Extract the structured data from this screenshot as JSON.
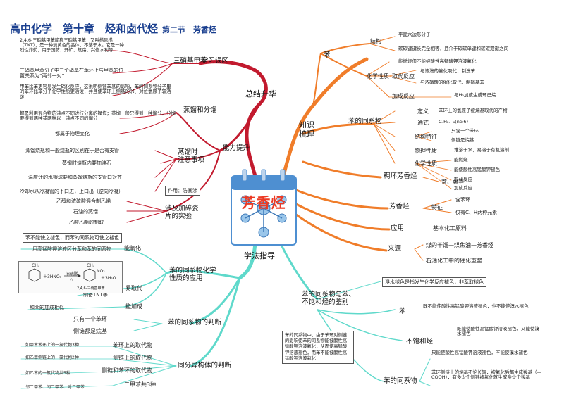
{
  "title": {
    "main": "高中化学　第十章　烃和卤代烃",
    "sub": "第二节　芳香烃"
  },
  "center": {
    "label": "芳香烃"
  },
  "colors": {
    "knowledge": "#f07d2a",
    "summary": "#c21a2e",
    "method": "#5fd9cb",
    "card_blue": "#4e8fd1",
    "label_red": "#ec3a24",
    "title_blue": "#1a3f8f"
  },
  "knowledge": {
    "branch": "知识\n梳理",
    "benzene": {
      "label": "苯",
      "structure": {
        "label": "结构",
        "items": [
          "平面六边形分子",
          "碳碳键键长完全相等，且介于碳碳单键和碳碳双键之间"
        ]
      },
      "chem": {
        "label": "化学性质",
        "oxidation": "能燃烧但不能被酸性高锰酸钾溶液氧化",
        "substitution": "取代反应",
        "sub_items": [
          "与液溴的催化取代，制溴苯",
          "与浓硝酸的催化取代，制硝基苯"
        ],
        "addition": "加成反应",
        "add_item": "与H₂加成生成环己烷"
      }
    },
    "homologues": {
      "label": "苯的同系物",
      "definition": {
        "label": "定义",
        "value": "苯环上的氢原子被烷基取代的产物"
      },
      "formula": {
        "label": "通式",
        "value": "CₙH₂ₙ₋₆(n≥6)"
      },
      "structure": {
        "label": "结构特征",
        "items": [
          "只含一个苯环",
          "侧链是烷基"
        ]
      },
      "physical": {
        "label": "物理性质",
        "value": "难溶于水，易溶于有机溶剂"
      },
      "chem": {
        "label": "化学性质",
        "items": [
          "能燃烧",
          "能使酸性高锰酸钾褪色",
          "取代反应",
          "加成反应"
        ]
      }
    },
    "fused": {
      "label": "稠环芳香烃",
      "value": "萘、蒽等"
    },
    "aromatic": {
      "label": "芳香烃",
      "feature": "特征",
      "items": [
        "含苯环",
        "仅有C、H两种元素"
      ]
    },
    "use": {
      "label": "应用",
      "value": "基本化工原料"
    },
    "source": {
      "label": "来源",
      "items": [
        "煤的干馏—煤焦油—芳香烃",
        "石油化工中的催化重整"
      ]
    }
  },
  "summary": {
    "branch": "总结升华",
    "misconceptions": {
      "label": "学习误区",
      "tnt_node": "三硝基甲苯",
      "tnt_desc": "2,4,6-三硝基甲苯简称三硝基甲苯，又叫梯恩梯（TNT），是一种淡黄色的晶体，不溶于水。它是一种烈性炸药，用于国防、开矿、筑路、兴修水利等",
      "tnt_relation": "三硝基甲苯分子中三个硝基在苯环上与甲基的位置关系为“两邻一对”",
      "tnt_effect": "甲苯比苯更容易发生硝化反应，这说明侧链苯基的影响，苯的同系物分子里的苯环比苯分子化学性质更活泼，并且使苯环上侧基的邻、对位氢原子较活泼"
    },
    "skills": {
      "label": "能力提升",
      "distillation": {
        "label": "蒸馏和分馏",
        "value": "都是利用混合物的沸点不同进行分离的操作；蒸馏一般只得到一种馏分，分馏要得到两种或两种以上沸点不同的馏分",
        "physical": "都属于物理变化"
      },
      "attention": {
        "label": "蒸馏时\n注意事项",
        "items": [
          "蒸馏烧瓶和一般烧瓶的区别在于是否有支管",
          "蒸馏时烧瓶内要加沸石",
          "温度计的水银球要和蒸馏烧瓶的支管口对齐",
          "冷却水从冷凝管的下口进，上口出（逆向冷凝）"
        ]
      },
      "experiment": {
        "label": "涉及加碎瓷\n片的实验",
        "tag": "作用：防暴沸",
        "items": [
          "乙醇和浓硫酸混合制乙烯",
          "石油的蒸馏",
          "乙酸乙酯的制取"
        ]
      }
    }
  },
  "method": {
    "branch": "学法指导",
    "properties": {
      "label": "苯的同系物化学\n性质的应用",
      "note": "苯不能使之褪色，而苯的同系物可使之褪色",
      "oxidation": "能氧化",
      "oxidation_item": "用高锰酸钾溶液区分苯和苯的同系物",
      "substitution": "易取代",
      "tnt": "制备TNT等",
      "addition": "能加成",
      "addition_item": "和苯的加成相似",
      "equation": {
        "reactant": "＋3HNO₃",
        "condition": "浓硫酸",
        "delta": "△",
        "byproduct": "＋3H₂O",
        "product_name": "2,4,6-三硝基甲苯",
        "sub1": "CH₃",
        "sub2": "CH₃",
        "no2": "NO₂"
      }
    },
    "judge": {
      "label": "苯的同系物的判断",
      "items": [
        "只有一个苯环",
        "侧链都是烷基"
      ]
    },
    "isomers": {
      "label": "同分异构体的判断",
      "groups": [
        {
          "label": "苯环上的取代物",
          "example": "如甲苯苯环上的一氯代物3种"
        },
        {
          "label": "侧链上的取代物",
          "example": "如乙苯侧链上的一氯代物2种"
        },
        {
          "label": "侧链和苯环的取代物",
          "example": "如乙苯的一氯代物共5种"
        },
        {
          "label": "二甲苯共3种",
          "example": "邻二甲苯、间二甲苯、对二甲苯"
        }
      ]
    },
    "distinguish": {
      "label": "苯的同系物与苯、\n不饱和烃的鉴别",
      "principle": "溴水褪色是指发生化学反应褪色，非萃取褪色",
      "explain": "苯的同系物中，由于苯环对侧链的影响使苯的同系物能被酸性高锰酸钾溶液氧化，从而使高锰酸钾溶液褪色，而苯不能被酸性高锰酸钾溶液氧化",
      "benzene": {
        "label": "苯",
        "value": "既不能使酸性高锰酸钾溶液褪色，也不能使溴水褪色"
      },
      "unsat": {
        "label": "不饱和烃",
        "value": "既能使酸性高锰酸钾溶液褪色，又能使溴水褪色"
      },
      "homologue": {
        "label": "苯的同系物",
        "items": [
          "只能使酸性高锰酸钾溶液褪色，不能使溴水褪色",
          "苯环侧链上的烷基不论长短，被氧化后都生成羧基（—COOH），有多少个侧链被氧化就生成多少个羧基"
        ]
      }
    }
  }
}
